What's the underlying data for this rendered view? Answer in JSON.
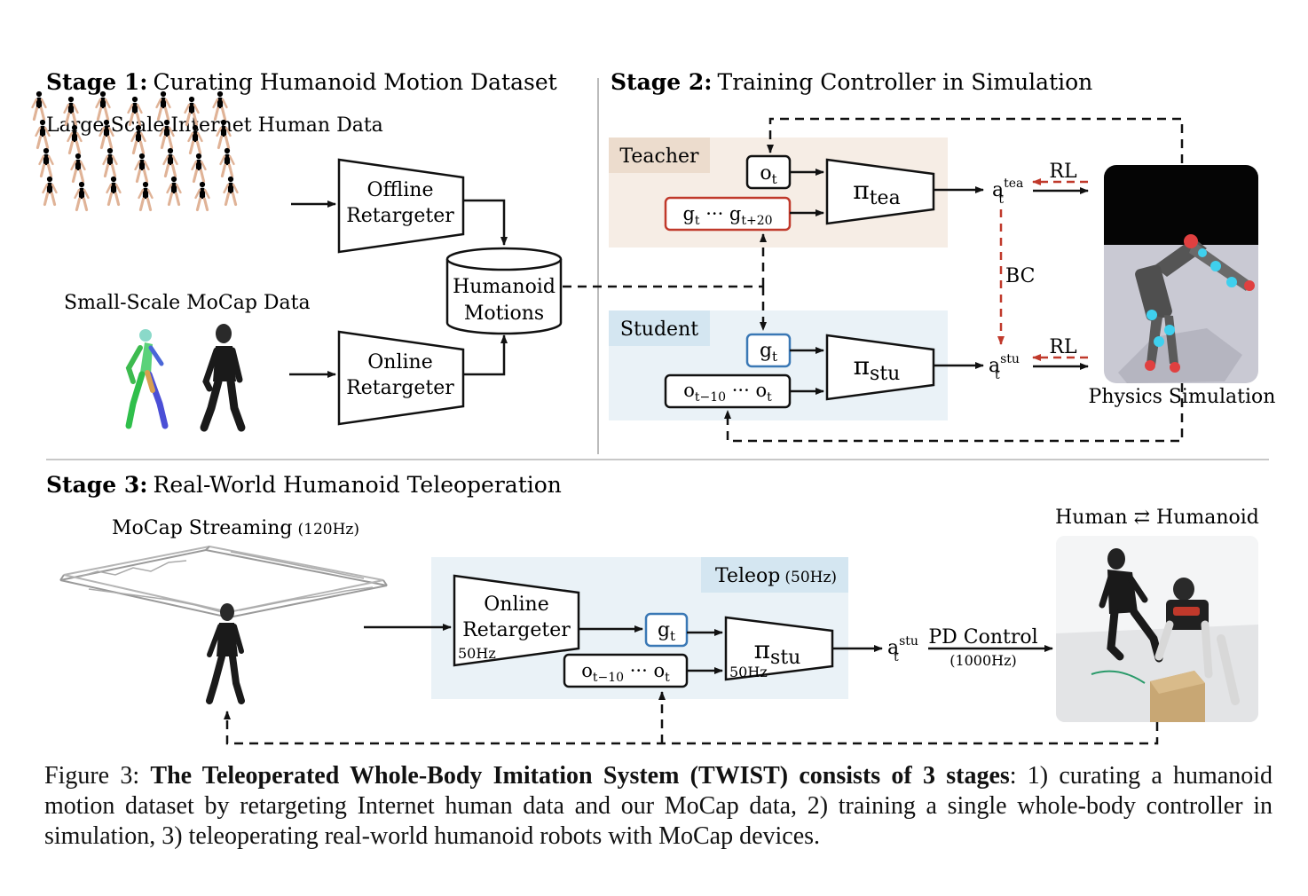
{
  "stage1": {
    "bold": "Stage 1:",
    "title": "Curating Humanoid Motion Dataset",
    "internet_label": "Large-Scale Internet Human Data",
    "mocap_label": "Small-Scale MoCap Data",
    "offline_retargeter": [
      "Offline",
      "Retargeter"
    ],
    "online_retargeter": [
      "Online",
      "Retargeter"
    ],
    "db": [
      "Humanoid",
      "Motions"
    ]
  },
  "stage2": {
    "bold": "Stage 2:",
    "title": "Training Controller in Simulation",
    "teacher": "Teacher",
    "student": "Student",
    "o_t": "o",
    "o_t_sub": "t",
    "g_range": "g",
    "g_range_sub1": "t",
    "g_range_mid": " ··· g",
    "g_range_sub2": "t+20",
    "g_t": "g",
    "g_t_sub": "t",
    "o_hist": "o",
    "o_hist_sub1": "t−10",
    "o_hist_mid": " ··· o",
    "o_hist_sub2": "t",
    "pi_tea": "π",
    "pi_tea_sub": "tea",
    "pi_stu": "π",
    "pi_stu_sub": "stu",
    "a_tea": "a",
    "a_tea_sup": "tea",
    "a_tea_sub": "t",
    "a_stu": "a",
    "a_stu_sup": "stu",
    "a_stu_sub": "t",
    "rl": "RL",
    "bc": "BC",
    "physics": "Physics Simulation"
  },
  "stage3": {
    "bold": "Stage 3:",
    "title": "Real-World Humanoid Teleoperation",
    "mocap_streaming": "MoCap Streaming",
    "mocap_hz": "(120Hz)",
    "teleop": "Teleop",
    "teleop_hz": "(50Hz)",
    "online_retargeter": [
      "Online",
      "Retargeter"
    ],
    "hz50": "50Hz",
    "g_t": "g",
    "g_t_sub": "t",
    "o_hist": "o",
    "o_hist_sub1": "t−10",
    "o_hist_mid": " ··· o",
    "o_hist_sub2": "t",
    "pi_stu": "π",
    "pi_stu_sub": "stu",
    "a_stu": "a",
    "a_stu_sup": "stu",
    "a_stu_sub": "t",
    "pd": "PD Control",
    "pd_hz": "(1000Hz)",
    "human_humanoid": "Human ⇄ Humanoid"
  },
  "caption": {
    "prefix": "Figure 3:",
    "bold": "The Teleoperated Whole-Body Imitation System (TWIST) consists of 3 stages",
    "rest": ": 1) curating a humanoid motion dataset by retargeting Internet human data and our MoCap data, 2) training a single whole-body controller in simulation, 3) teleoperating real-world humanoid robots with MoCap devices."
  },
  "colors": {
    "teacher_bg": "#f6ede5",
    "teacher_label_bg": "#ecdccd",
    "student_bg": "#eaf2f7",
    "student_label_bg": "#d4e6f1",
    "red_box": "#c0392b",
    "blue_box": "#3a78b5",
    "red_arrow": "#c0392b"
  }
}
